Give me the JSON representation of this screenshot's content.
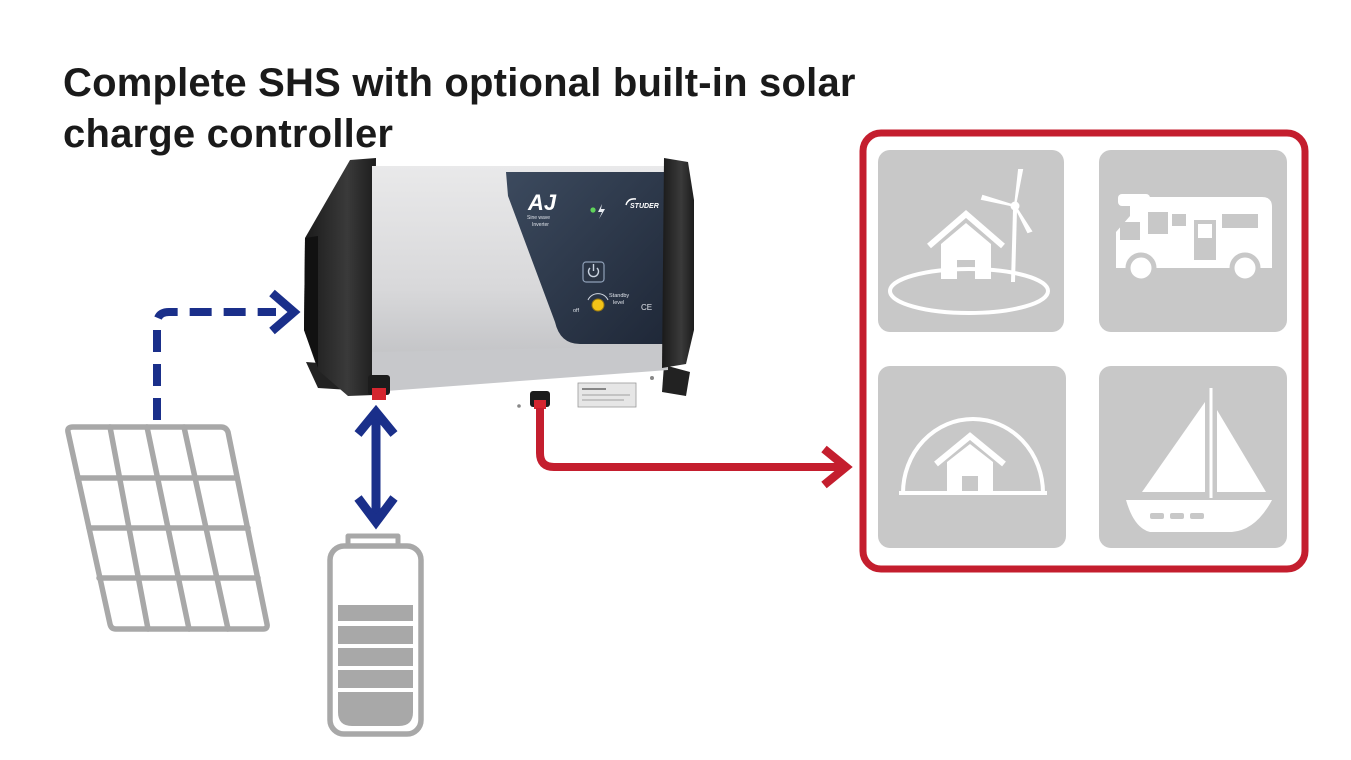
{
  "title": {
    "line1": "Complete SHS with optional built-in solar",
    "line2": "charge controller"
  },
  "inverter": {
    "model": "AJ",
    "subtitle_line1": "Sine wave",
    "subtitle_line2": "Inverter",
    "brand": "STUDER",
    "switch_off_label": "off",
    "switch_standby_label_line1": "Standby",
    "switch_standby_label_line2": "level",
    "ce_mark": "CE"
  },
  "applications": [
    {
      "icon": "house-wind-turbine-icon"
    },
    {
      "icon": "camper-van-icon"
    },
    {
      "icon": "dome-house-icon"
    },
    {
      "icon": "sailboat-icon"
    }
  ],
  "colors": {
    "dc_link": "#1a2f8a",
    "ac_link": "#c41e2e",
    "icon_gray": "#c8c8c8",
    "outline_gray": "#a8a8a8"
  },
  "components": {
    "solar_panel": "solar-panel-icon",
    "battery": "battery-icon",
    "inverter": "inverter-device"
  }
}
